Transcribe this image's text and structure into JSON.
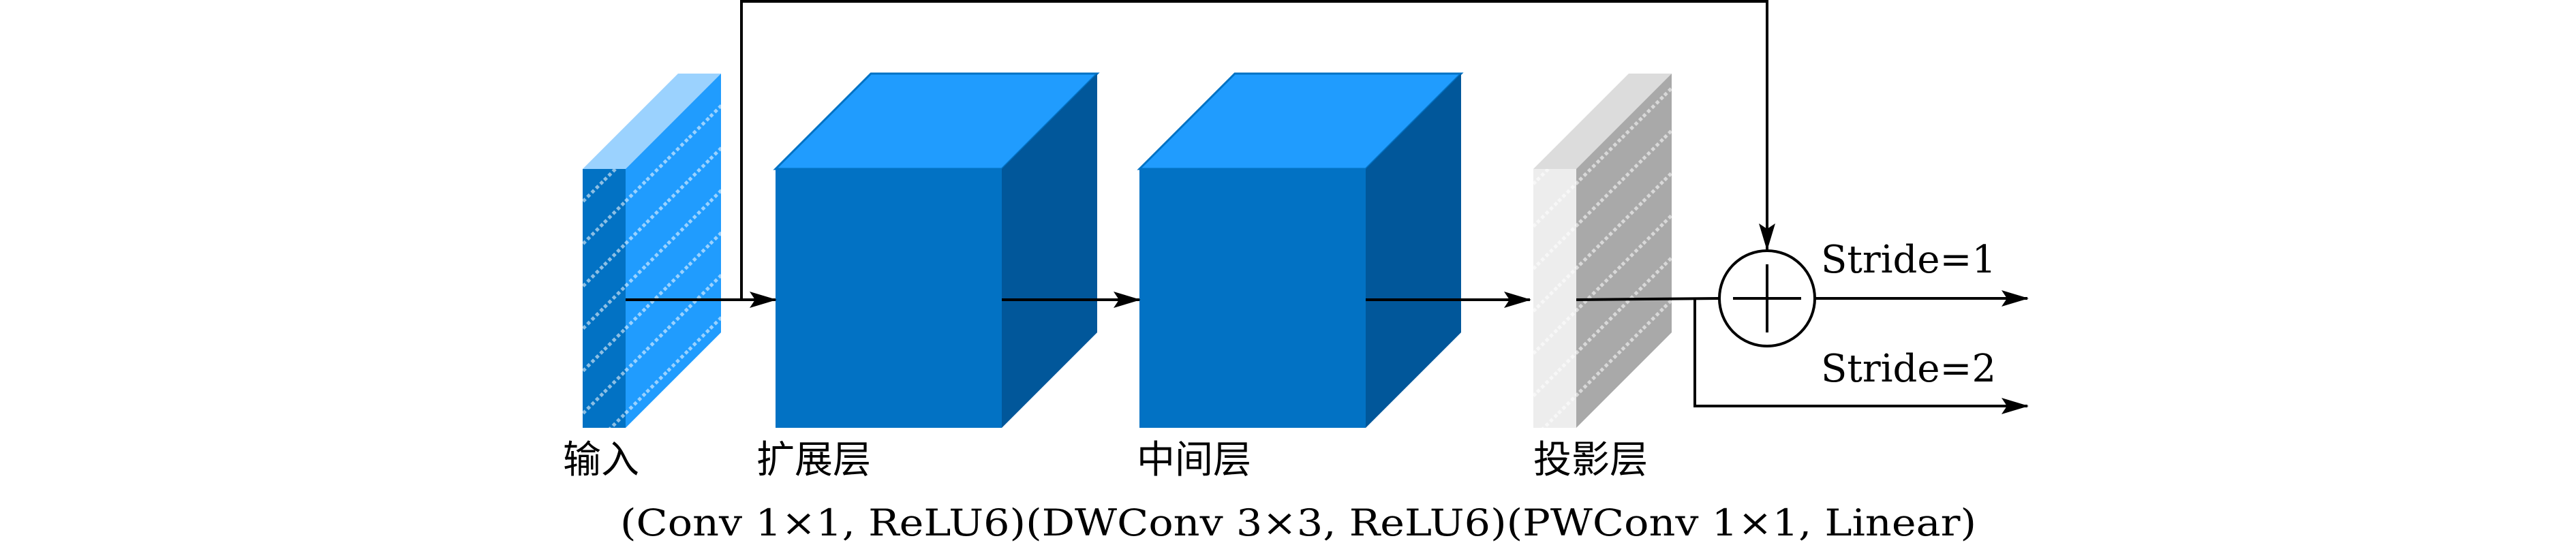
{
  "layers": {
    "input": "输入",
    "expansion": "扩展层",
    "middle": "中间层",
    "projection": "投影层"
  },
  "branches": {
    "stride1": "Stride=1",
    "stride2": "Stride=2"
  },
  "caption": "(Conv 1×1, ReLU6)(DWConv 3×3, ReLU6)(PWConv 1×1, Linear)",
  "colors": {
    "blue_front": "#0272C4",
    "blue_top": "#209CFE",
    "blue_side": "#01579A",
    "gray": "#A9A9A9"
  }
}
